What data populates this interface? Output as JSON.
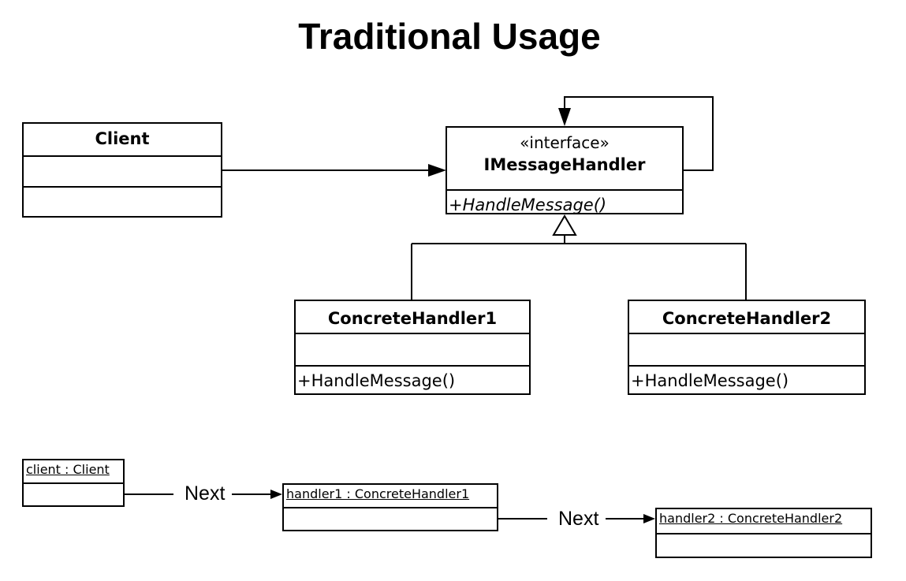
{
  "title": "Traditional Usage",
  "class_diagram": {
    "client": {
      "name": "Client"
    },
    "interface": {
      "stereotype": "«interface»",
      "name": "IMessageHandler",
      "operation": "+HandleMessage()"
    },
    "handler1": {
      "name": "ConcreteHandler1",
      "operation": "+HandleMessage()"
    },
    "handler2": {
      "name": "ConcreteHandler2",
      "operation": "+HandleMessage()"
    }
  },
  "object_diagram": {
    "client": {
      "name": "client : Client"
    },
    "handler1": {
      "name": "handler1 : ConcreteHandler1"
    },
    "handler2": {
      "name": "handler2 : ConcreteHandler2"
    },
    "link1_label": "Next",
    "link2_label": "Next"
  }
}
